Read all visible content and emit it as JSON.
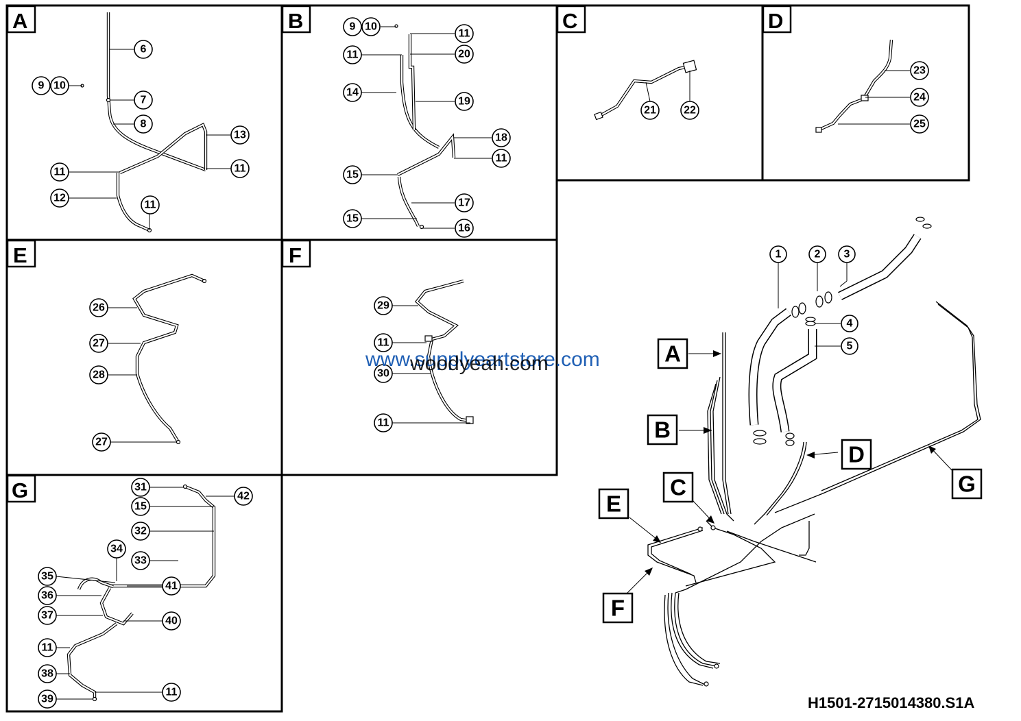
{
  "panels": [
    {
      "id": "A",
      "label": "A"
    },
    {
      "id": "B",
      "label": "B"
    },
    {
      "id": "C",
      "label": "C"
    },
    {
      "id": "D",
      "label": "D"
    },
    {
      "id": "E",
      "label": "E"
    },
    {
      "id": "F",
      "label": "F"
    },
    {
      "id": "G",
      "label": "G"
    }
  ],
  "callouts": {
    "A": [
      "6",
      "9",
      "10",
      "7",
      "8",
      "13",
      "11",
      "11",
      "12",
      "11"
    ],
    "B": [
      "9",
      "10",
      "11",
      "11",
      "20",
      "14",
      "19",
      "18",
      "11",
      "15",
      "17",
      "15",
      "16"
    ],
    "C": [
      "21",
      "22"
    ],
    "D": [
      "23",
      "24",
      "25"
    ],
    "E": [
      "26",
      "27",
      "28",
      "27"
    ],
    "F": [
      "29",
      "11",
      "30",
      "11"
    ],
    "G": [
      "31",
      "42",
      "15",
      "32",
      "34",
      "33",
      "35",
      "41",
      "36",
      "37",
      "40",
      "11",
      "38",
      "39",
      "11"
    ],
    "overview": [
      "1",
      "2",
      "3",
      "4",
      "5"
    ]
  },
  "overview_tags": [
    "A",
    "B",
    "C",
    "D",
    "E",
    "F",
    "G"
  ],
  "watermarks": {
    "primary": "www.supplyeartstore.com",
    "secondary": "woodyeah.com",
    "primary_color": "#1f5fb4",
    "secondary_color": "#000000"
  },
  "document_code": "H1501-2715014380.S1A"
}
